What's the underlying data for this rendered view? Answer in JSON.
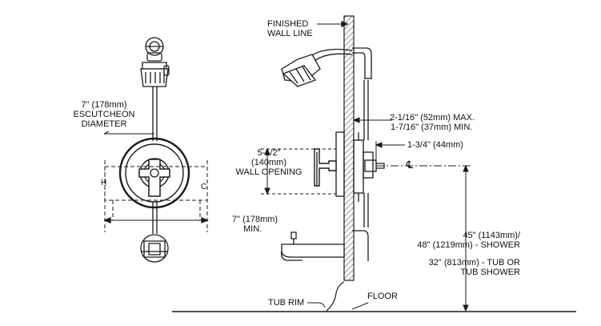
{
  "front_view": {
    "escutcheon_label": [
      "7\" (178mm)",
      "ESCUTCHEON",
      "DIAMETER"
    ],
    "left_marker": "H",
    "right_marker": "C"
  },
  "side_view": {
    "finished_wall_label": [
      "FINISHED",
      "WALL LINE"
    ],
    "depth_max_min": [
      "2-1/16\" (52mm) MAX.",
      "1-7/16\" (37mm) MIN."
    ],
    "valve_offset": "1-3/4\" (44mm)",
    "centerline_symbol": "℄",
    "wall_opening_label": [
      "5-1/2\"",
      "(140mm)",
      "WALL OPENING"
    ],
    "spacing_min_label": [
      "7\"  (178mm)",
      "MIN."
    ],
    "shower_height_label": [
      "45\" (1143mm)/",
      "48\" (1219mm) - SHOWER"
    ],
    "tub_height_label": [
      "32\" (813mm) - TUB OR",
      "TUB SHOWER"
    ],
    "tub_rim_label": "TUB RIM",
    "floor_label": "FLOOR"
  },
  "colors": {
    "line": "#1a1a1a",
    "wall_hatch": "#555555",
    "background": "#ffffff"
  }
}
